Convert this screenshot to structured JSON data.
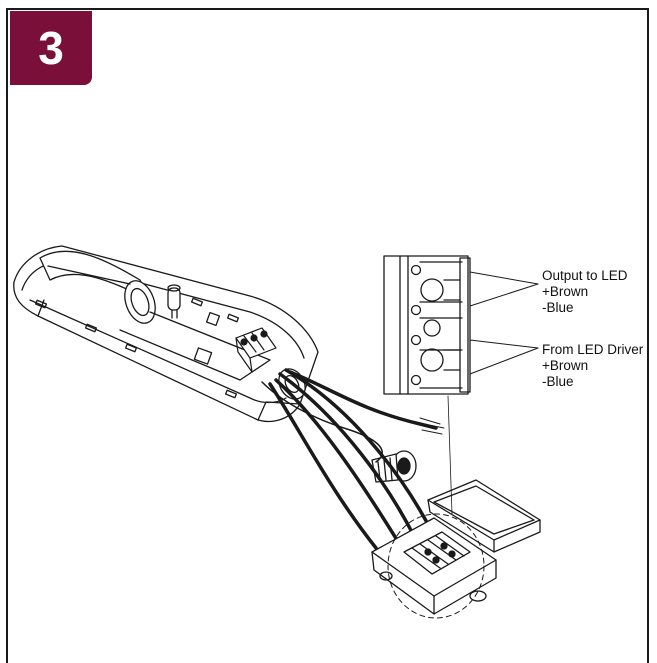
{
  "step": {
    "number": "3"
  },
  "colors": {
    "accent": "#7a0f3a",
    "line": "#1a1a1a"
  },
  "connector_labels": {
    "output": {
      "title": "Output to LED",
      "positive": "+Brown",
      "negative": "-Blue"
    },
    "input": {
      "title": "From LED Driver",
      "positive": "+Brown",
      "negative": "-Blue"
    }
  }
}
